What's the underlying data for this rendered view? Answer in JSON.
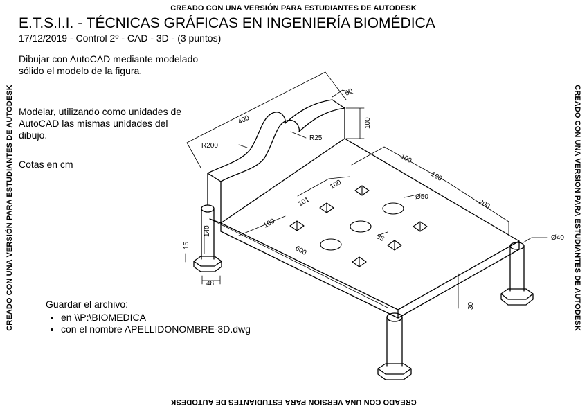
{
  "watermark": "CREADO CON UNA VERSIÓN PARA ESTUDIANTES DE AUTODESK",
  "watermark_side": "CREADO CON UNA VERSION PARA ESTUDIANTES DE AUTODESK",
  "title": "E.T.S.I.I. - TÉCNICAS GRÁFICAS EN INGENIERÍA BIOMÉDICA",
  "subtitle": "17/12/2019 - Control 2º - CAD - 3D - (3 puntos)",
  "instructions": [
    "Dibujar con AutoCAD mediante modelado sólido el modelo de la figura.",
    "Modelar, utilizando como unidades de AutoCAD las mismas unidades del dibujo.",
    "Cotas en cm"
  ],
  "save": {
    "heading": "Guardar el archivo:",
    "items": [
      "en \\\\P:\\BIOMEDICA",
      "con el nombre APELLIDONOMBRE-3D.dwg"
    ]
  },
  "dimensions": {
    "d400": "400",
    "d50": "50",
    "d100_height": "100",
    "r200": "R200",
    "r25": "R25",
    "d100_a": "100",
    "d100_b": "100",
    "d200": "200",
    "d100_c": "100",
    "d101": "101",
    "d100_d": "100",
    "phi50": "Ø50",
    "d35": "35",
    "d600": "600",
    "d140": "140",
    "d15": "15",
    "d48": "48",
    "phi40": "Ø40",
    "d30": "30"
  }
}
